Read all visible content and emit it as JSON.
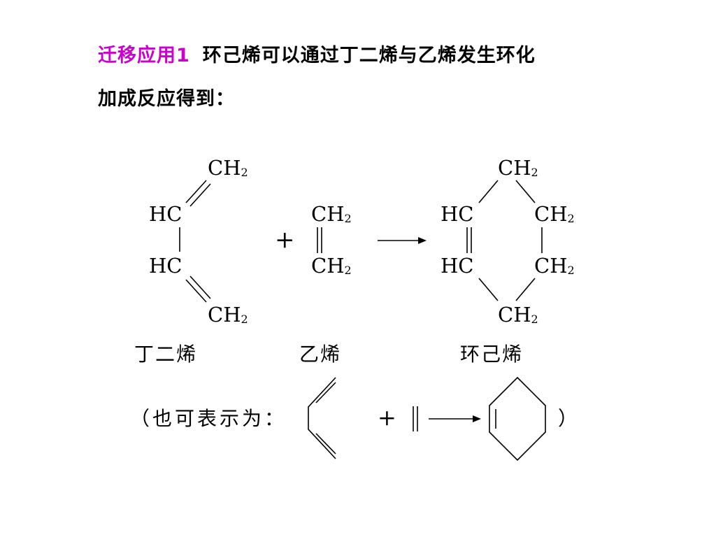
{
  "heading": {
    "tag": "迁移应用1",
    "line1": "环己烯可以通过丁二烯与乙烯发生环化",
    "line2": "加成反应得到："
  },
  "reaction": {
    "butadiene": {
      "top": "CH",
      "top_sub": "2",
      "mid1": "HC",
      "mid2": "HC",
      "bottom": "CH",
      "bottom_sub": "2",
      "name": "丁二烯"
    },
    "plus": "+",
    "ethylene": {
      "top": "CH",
      "top_sub": "2",
      "bottom": "CH",
      "bottom_sub": "2",
      "name": "乙烯"
    },
    "cyclohexene": {
      "top": "CH",
      "top_sub": "2",
      "left_top": "HC",
      "right_top": "CH",
      "right_top_sub": "2",
      "left_bottom": "HC",
      "right_bottom": "CH",
      "right_bottom_sub": "2",
      "bottom": "CH",
      "bottom_sub": "2",
      "name": "环己烯"
    }
  },
  "alternative": {
    "open": "（也可表示为：",
    "plus": "+",
    "close": "）"
  }
}
